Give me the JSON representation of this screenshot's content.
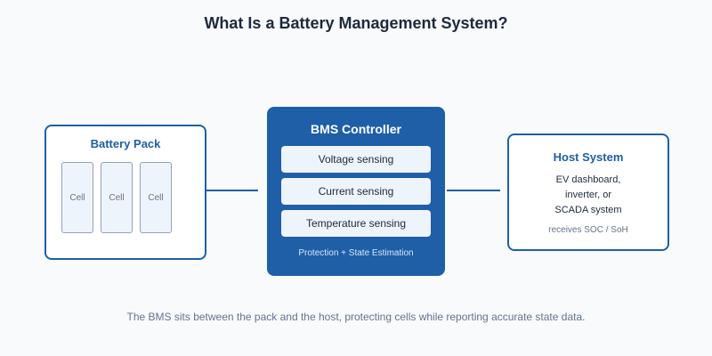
{
  "title": "What Is a Battery Management System?",
  "battery_pack": {
    "title": "Battery Pack",
    "cells": [
      "Cell",
      "Cell",
      "Cell"
    ]
  },
  "bms": {
    "title": "BMS Controller",
    "features": [
      "Voltage sensing",
      "Current sensing",
      "Temperature sensing"
    ],
    "footer": "Protection + State Estimation"
  },
  "host": {
    "title": "Host System",
    "lines": [
      "EV dashboard,",
      "inverter, or",
      "SCADA system"
    ],
    "note": "receives SOC / SoH"
  },
  "caption": "The BMS sits between the pack and the host, protecting cells while reporting accurate state data.",
  "colors": {
    "accent": "#1e5fa8",
    "background": "#f8fafc",
    "feature_fill": "#eef4fc",
    "text_dark": "#1e293b",
    "text_muted": "#64748b"
  }
}
